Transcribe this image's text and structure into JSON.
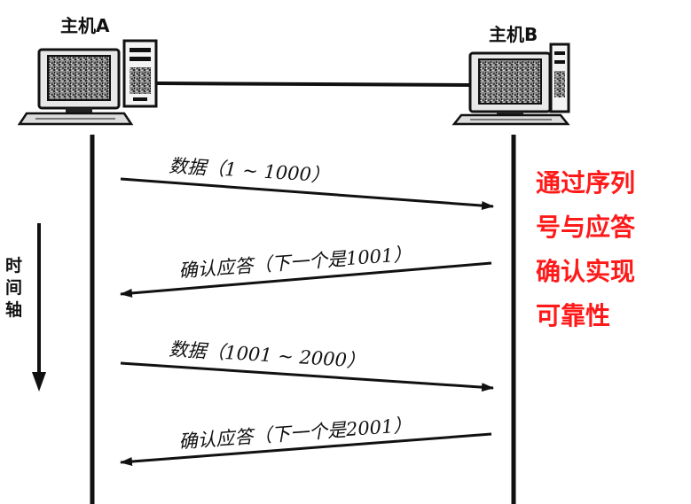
{
  "hosts": {
    "a_label": "主机A",
    "b_label": "主机B"
  },
  "messages": [
    {
      "text": "数据（1 ~ 1000）",
      "direction": "A-to-B"
    },
    {
      "text": "确认应答（下一个是1001）",
      "direction": "B-to-A"
    },
    {
      "text": "数据（1001 ~ 2000）",
      "direction": "A-to-B"
    },
    {
      "text": "确认应答（下一个是2001）",
      "direction": "B-to-A"
    }
  ],
  "time_axis": {
    "chars": [
      "时",
      "间",
      "轴"
    ]
  },
  "note": {
    "lines": [
      "通过序列",
      "号与应答",
      "确认实现",
      "可靠性"
    ],
    "color": "#ff1a1a"
  }
}
